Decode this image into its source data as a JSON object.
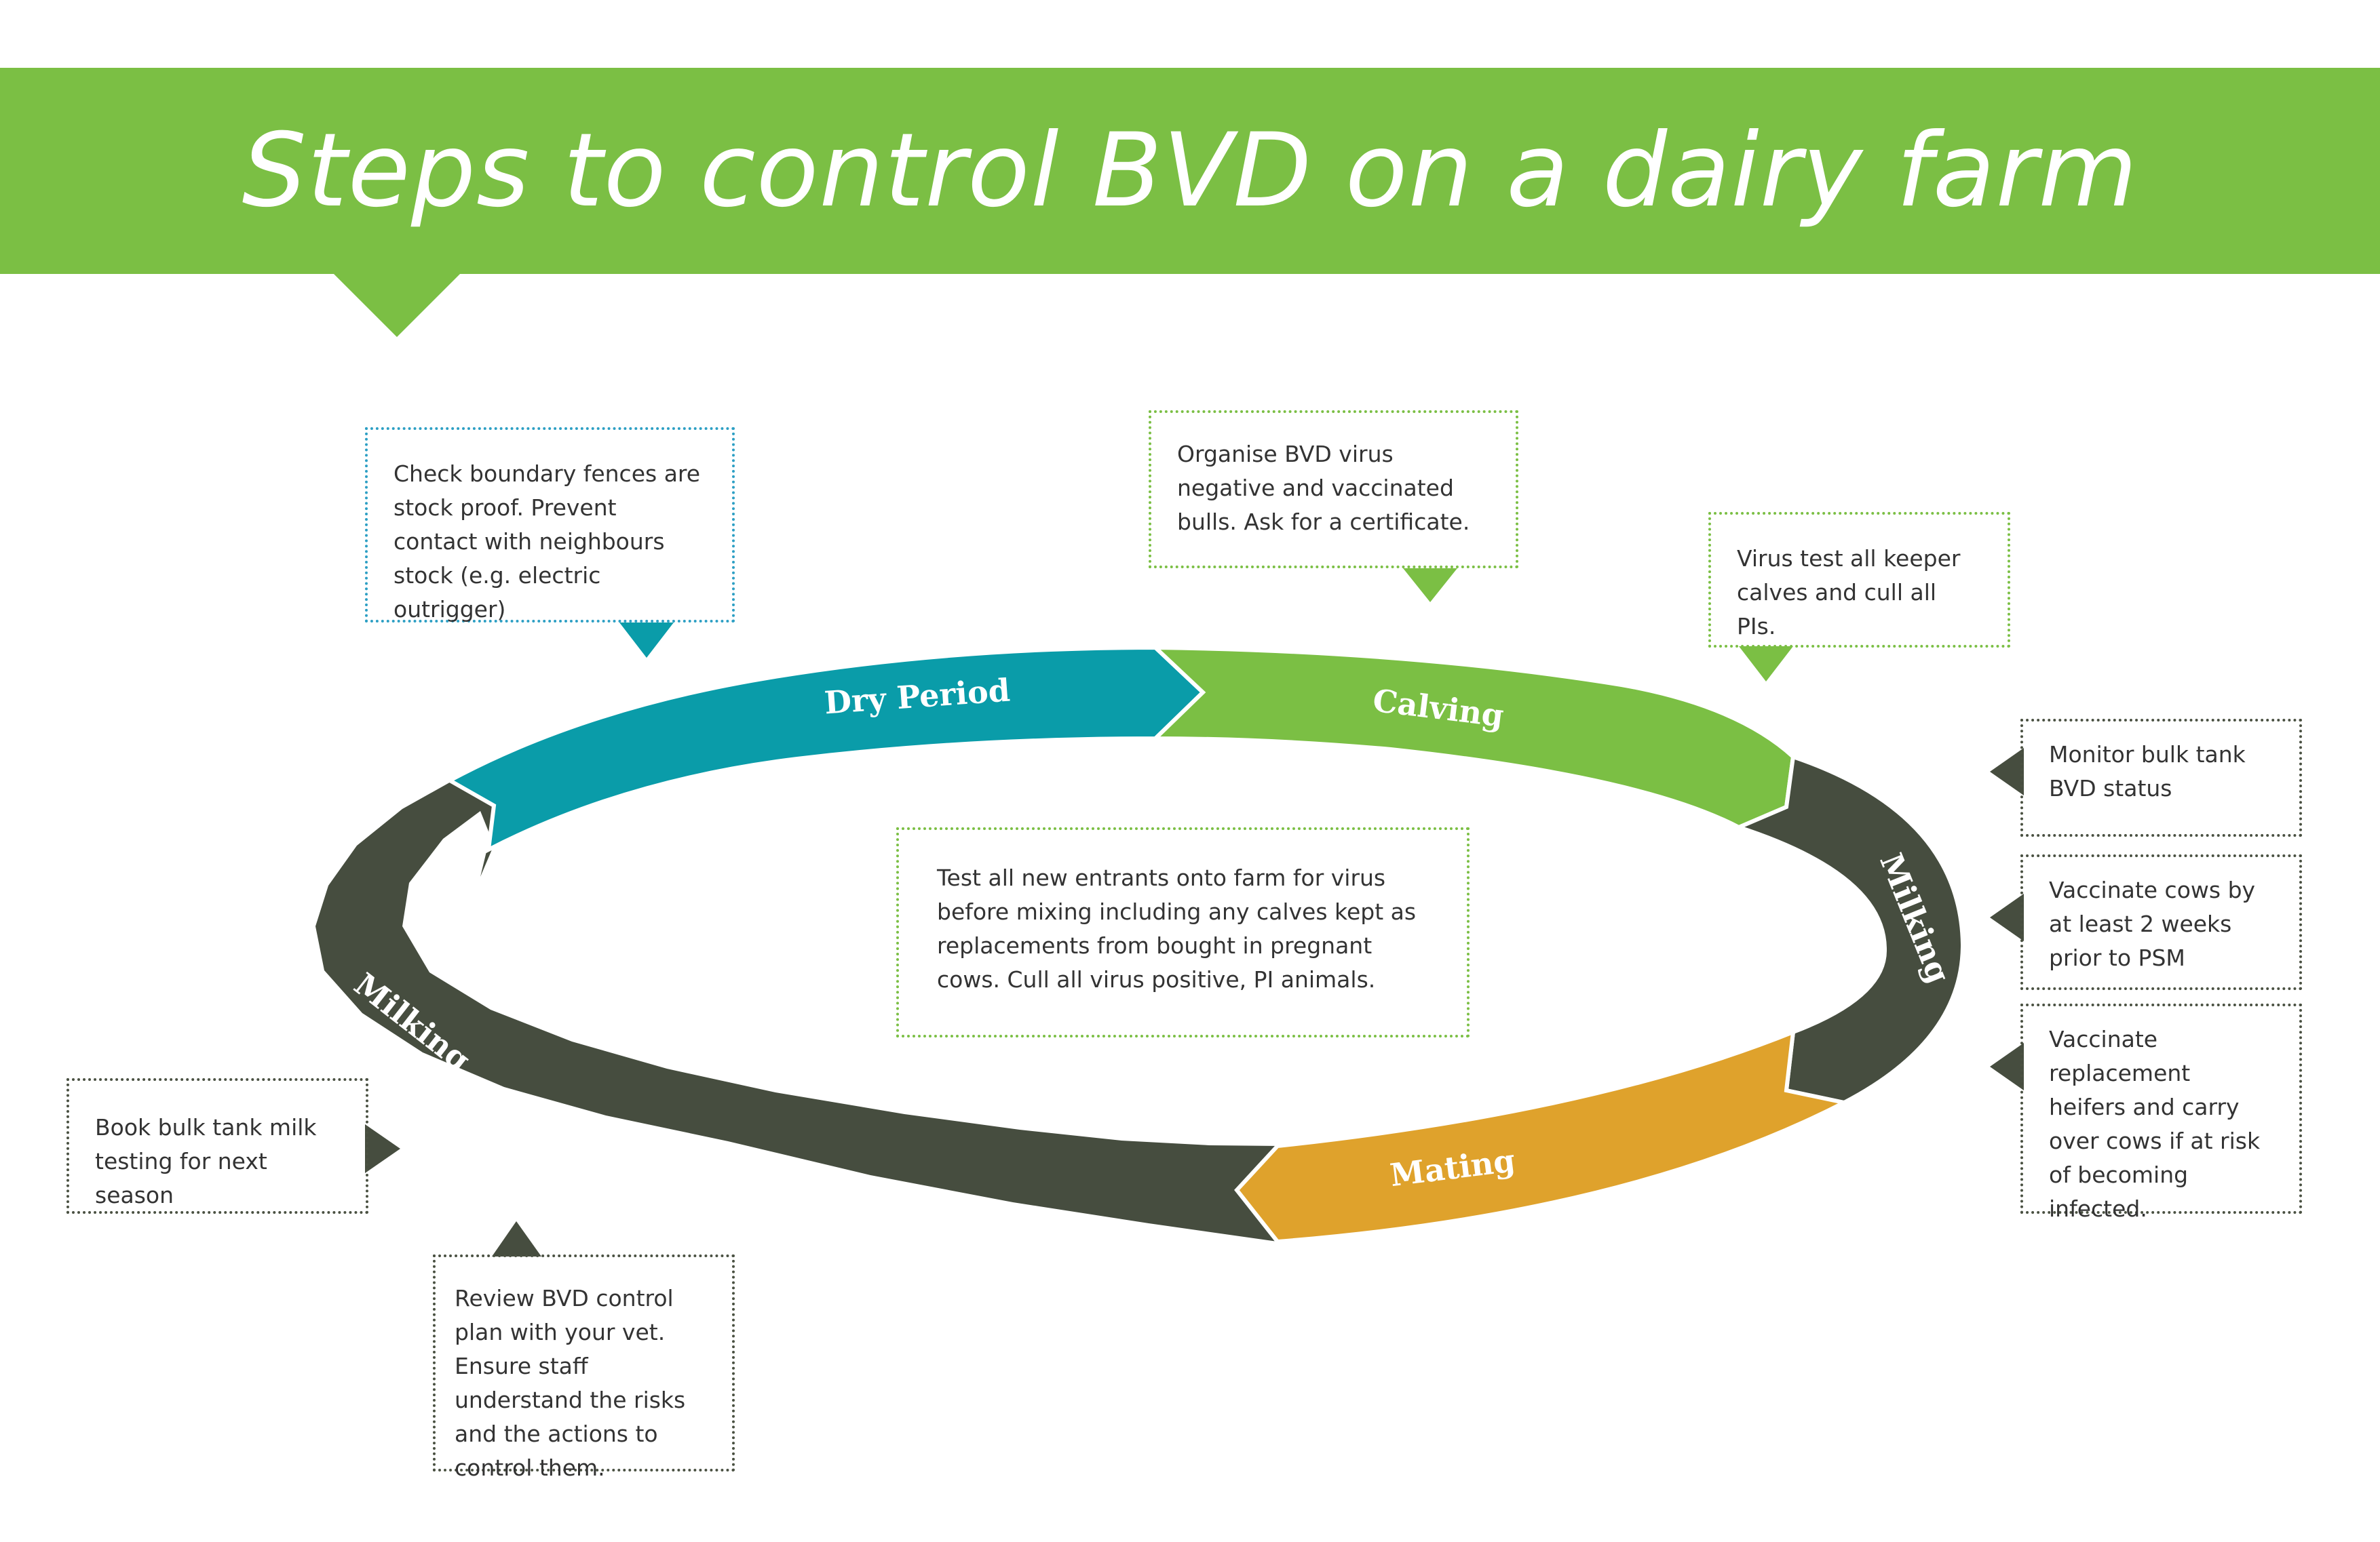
{
  "title": "Steps to control BVD on a dairy farm",
  "cycle": {
    "stages": [
      {
        "label": "Dry Period",
        "color": "#0a9ca9"
      },
      {
        "label": "Calving",
        "color": "#7bbf44"
      },
      {
        "label": "Milking",
        "color": "#464d3f"
      },
      {
        "label": "Mating",
        "color": "#dfa22c"
      },
      {
        "label": "Milking",
        "color": "#464d3f"
      }
    ]
  },
  "notes": {
    "fences": "Check boundary fences are stock proof. Prevent contact with neighbours stock (e.g. electric outrigger)",
    "bulls": "Organise BVD virus negative and vaccinated bulls. Ask for a certificate.",
    "calves": "Virus test all keeper calves and cull all PIs.",
    "bulk_tank": "Monitor bulk tank BVD status",
    "vaccinate_cows": "Vaccinate cows by at least 2 weeks prior to PSM",
    "vaccinate_heifers": "Vaccinate replacement heifers and carry over cows if at risk of becoming infected.",
    "new_entrants": "Test all new entrants onto farm for virus before mixing including any calves kept as replacements from bought in pregnant cows. Cull all virus positive, PI animals.",
    "book_testing": "Book bulk tank milk testing for next season",
    "review_plan": "Review BVD control plan with your vet. Ensure staff understand the risks and the actions to control them."
  },
  "colors": {
    "banner": "#7bbf44",
    "dry_period": "#0a9ca9",
    "calving": "#7bbf44",
    "milking": "#464d3f",
    "mating": "#dfa22c",
    "note_blue": "#2d9fc4"
  }
}
